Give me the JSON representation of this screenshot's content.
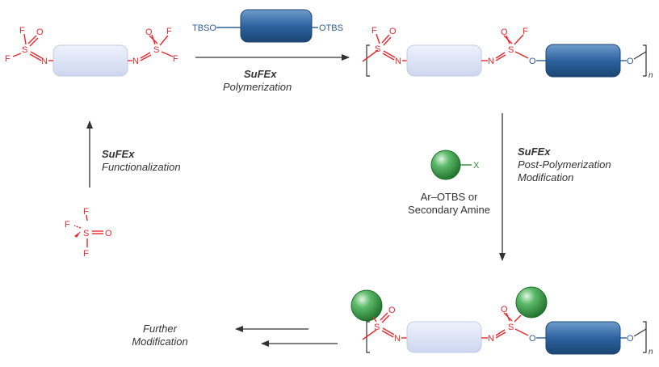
{
  "colors": {
    "red": "#e8272c",
    "blue": "#2f5f94",
    "dark_blue_block": "#2b5d91",
    "light_block": "#dfe5f5",
    "arrow": "#333333",
    "green_ball": "#2e8a3a",
    "text": "#333333"
  },
  "monomer_left": {
    "f_top": "F",
    "f_left": "F",
    "s": "S",
    "o": "O",
    "n": "N",
    "n_right": "N",
    "s_right": "S",
    "f_top_right": "F",
    "f_right": "F",
    "o_right": "O"
  },
  "reagent_top": {
    "left_label": "TBSO",
    "right_label": "OTBS"
  },
  "step1": {
    "title": "SuFEx",
    "subtitle": "Polymerization"
  },
  "polymer_top": {
    "f1": "F",
    "o1": "O",
    "s1": "S",
    "n1": "N",
    "n2": "N",
    "s2": "S",
    "o2": "O",
    "f2": "F",
    "o3": "O",
    "o_end": "O",
    "subscript": "n"
  },
  "step2": {
    "title": "SuFEx",
    "line2": "Post-Polymerization",
    "line3": "Modification"
  },
  "nucleophile": {
    "x_label": "X",
    "line1": "Ar–OTBS or",
    "line2": "Secondary Amine"
  },
  "step3": {
    "title": "SuFEx",
    "subtitle": "Functionalization"
  },
  "reagent_sof4": {
    "f_top": "F",
    "f_left": "F",
    "s": "S",
    "o": "O",
    "f_bottom": "F"
  },
  "polymer_bottom": {
    "o1": "O",
    "s1": "S",
    "n1": "N",
    "n2": "N",
    "o2": "O",
    "s2": "S",
    "o3": "O",
    "o_end": "O",
    "subscript": "n"
  },
  "further": {
    "line1": "Further",
    "line2": "Modification"
  }
}
